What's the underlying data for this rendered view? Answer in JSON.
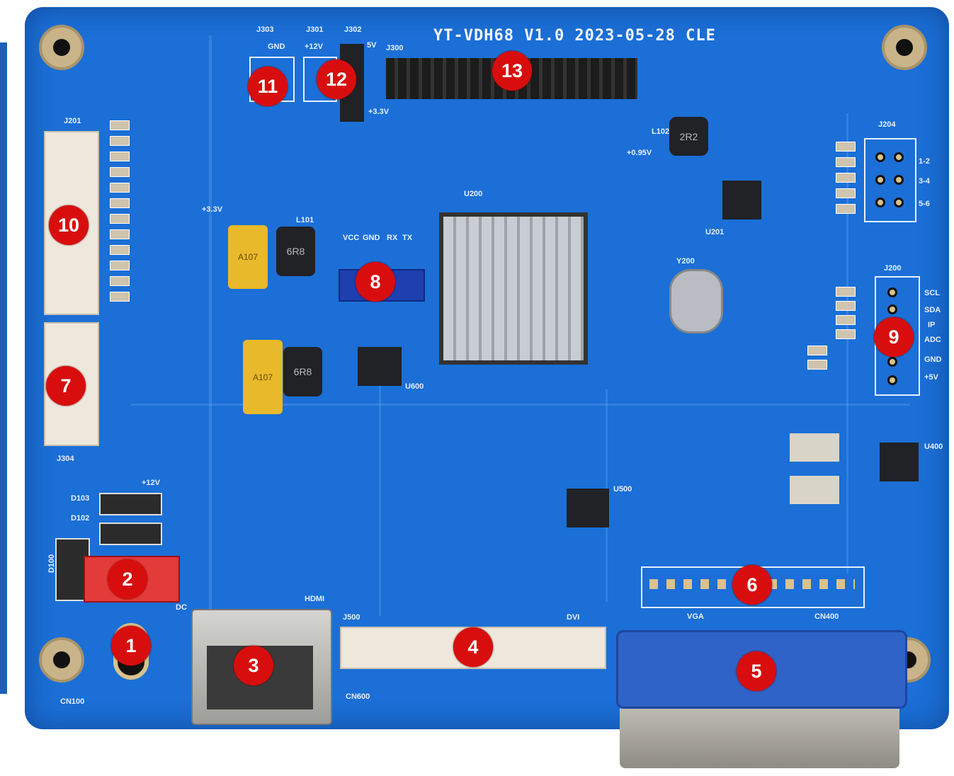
{
  "board_title": "YT-VDH68  V1.0  2023-05-28  CLE",
  "markers": [
    "1",
    "2",
    "3",
    "4",
    "5",
    "6",
    "7",
    "8",
    "9",
    "10",
    "11",
    "12",
    "13"
  ],
  "labels": {
    "j303": "J303",
    "j301": "J301",
    "j302": "J302",
    "j300": "J300",
    "gnd": "GND",
    "p12v": "+12V",
    "p5v": "5V",
    "p33v_top": "+3.3V",
    "j201": "J201",
    "j304": "J304",
    "j200": "J200",
    "j204": "J204",
    "cn100": "CN100",
    "cn600": "CN600",
    "cn400": "CN400",
    "j500": "J500",
    "dc": "DC",
    "hdmi": "HDMI",
    "dvi": "DVI",
    "vga": "VGA",
    "p33v": "+3.3V",
    "p12v_pwr": "+12V",
    "p095v": "+0.95V",
    "u200": "U200",
    "u201": "U201",
    "u600": "U600",
    "u500": "U500",
    "u400": "U400",
    "y200": "Y200",
    "l101": "L101",
    "l102": "L102",
    "ind1": "6R8",
    "ind2": "6R8",
    "ind3": "2R2",
    "cap1": "A107",
    "cap2": "A107",
    "d103": "D103",
    "d102": "D102",
    "d100": "D100",
    "vcc": "VCC",
    "gnd2": "GND",
    "rx": "RX",
    "tx": "TX",
    "j204_12": "1-2",
    "j204_34": "3-4",
    "j204_56": "5-6"
  },
  "j200_pins": [
    "SCL",
    "SDA",
    "IP",
    "ADC",
    "GND",
    "+5V"
  ]
}
